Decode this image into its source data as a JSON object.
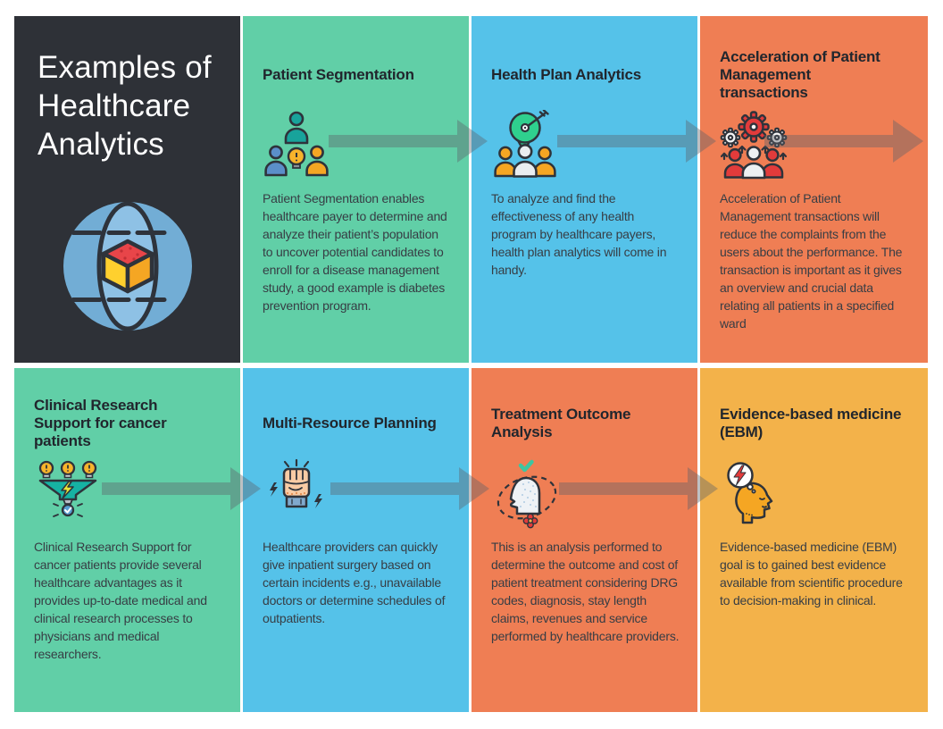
{
  "title_panel": {
    "title": "Examples of\nHealthcare\nAnalytics",
    "icon": "globe-cube-icon"
  },
  "colors": {
    "panel_dark": "#2e3137",
    "card_green": "#61cfa7",
    "card_blue": "#55c2e9",
    "card_orange": "#ef7e54",
    "card_yellow": "#f3b24a",
    "heading_text": "#21262d",
    "body_text": "#373d44",
    "title_text": "#ffffff",
    "arrow": "rgba(93,98,104,0.4)"
  },
  "cards": [
    {
      "id": "patient-segmentation",
      "color": "green",
      "icon": "people-group-idea-icon",
      "title": "Patient Segmentation",
      "body": "Patient Segmentation enables healthcare payer to determine and analyze their patient’s population to uncover potential candidates to enroll for a disease management study, a good example is diabetes prevention program."
    },
    {
      "id": "health-plan-analytics",
      "color": "blue",
      "icon": "target-dart-people-icon",
      "title": "Health Plan Analytics",
      "body": "To analyze and find the effectiveness of any health program by healthcare payers, health plan analytics will come in handy."
    },
    {
      "id": "acceleration-patient-management",
      "color": "orange",
      "icon": "gears-people-icon",
      "title": "Acceleration of Patient\nManagement\ntransactions",
      "body": "Acceleration of Patient Management transactions will reduce the complaints from the users about the performance. The transaction is important as it gives an overview and crucial data relating all patients in a specified ward"
    },
    {
      "id": "clinical-research-support",
      "color": "green",
      "icon": "ideas-funnel-icon",
      "title": "Clinical Research\nSupport for cancer\npatients",
      "body": "Clinical Research Support for cancer patients provide several healthcare advantages as it provides up-to-date medical and clinical research processes to physicians and medical researchers."
    },
    {
      "id": "multi-resource-planning",
      "color": "blue",
      "icon": "fist-icon",
      "title": "Multi-Resource Planning",
      "body": "Healthcare providers can quickly give inpatient surgery based on certain incidents e.g., unavailable doctors or determine schedules of outpatients."
    },
    {
      "id": "treatment-outcome-analysis",
      "color": "orange",
      "icon": "head-profile-cycle-icon",
      "title": "Treatment Outcome\nAnalysis",
      "body": "This is an analysis performed to determine the outcome and cost of patient treatment considering DRG codes, diagnosis, stay length claims, revenues and service performed by healthcare providers."
    },
    {
      "id": "evidence-based-medicine",
      "color": "yellow",
      "icon": "head-idea-icon",
      "title": "Evidence-based medicine\n(EBM)",
      "body": "Evidence-based medicine (EBM) goal is to gained best evidence available from scientific procedure to decision-making in clinical."
    }
  ]
}
